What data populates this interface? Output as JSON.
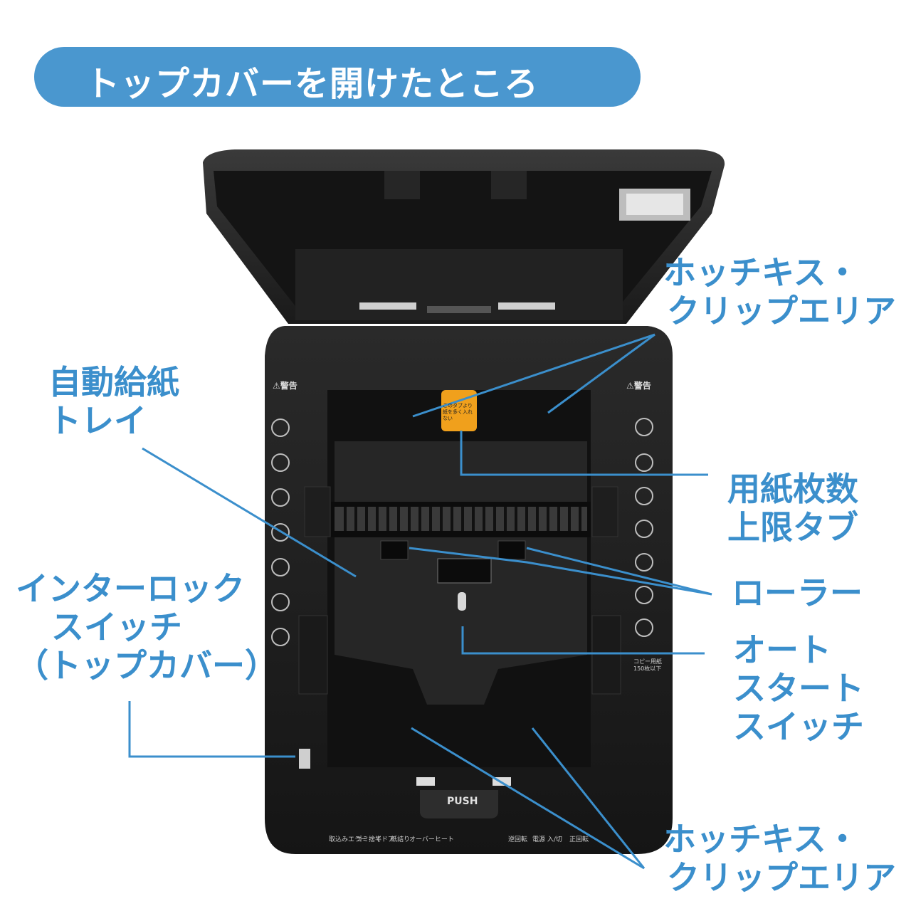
{
  "title": "トップカバーを開けたところ",
  "labels": {
    "staple_area_top": [
      "ホッチキス・",
      "クリップエリア"
    ],
    "auto_feed_tray": [
      "自動給紙",
      "トレイ"
    ],
    "paper_limit_tab": [
      "用紙枚数",
      "上限タブ"
    ],
    "interlock_switch": [
      "インターロック",
      "スイッチ",
      "（トップカバー）"
    ],
    "roller": "ローラー",
    "auto_start_switch": [
      "オート",
      "スタート",
      "スイッチ"
    ],
    "staple_area_bottom": [
      "ホッチキス・",
      "クリップエリア"
    ]
  },
  "device_text": {
    "warning_left": "⚠警告",
    "warning_right": "⚠警告",
    "push": "PUSH",
    "tab_text": "このタブより紙を多く入れない",
    "copy_paper": "コピー用紙 150枚以下",
    "control_left": [
      "取込みエラー",
      "ゴミ捨て",
      "半ドア",
      "紙詰り",
      "オーバーヒート"
    ],
    "control_right": [
      "逆回転",
      "電源 入/切",
      "正回転"
    ]
  },
  "colors": {
    "accent": "#4a97cf",
    "label": "#3b8fcc",
    "device": "#1c1c1c",
    "tab": "#f0a01c"
  }
}
